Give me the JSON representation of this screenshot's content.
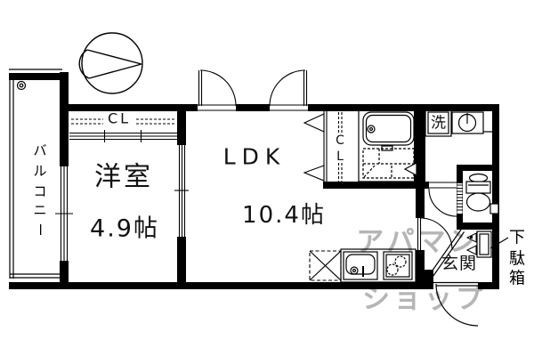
{
  "title": "apartment-floor-plan",
  "rooms": {
    "balcony": "バルコニー",
    "western_room": "洋室",
    "western_room_size": "4.9帖",
    "ldk": "LDK",
    "ldk_size": "10.4帖",
    "closet_top": "CL",
    "closet_vertical": "CL",
    "entrance": "玄関",
    "shoe_cabinet": "下駄箱",
    "washing_machine": "洗"
  },
  "watermark": {
    "line1": "アパマン",
    "line2": "ショップ"
  },
  "colors": {
    "line": "#000000",
    "background": "#ffffff",
    "watermark": "#b5b5b5"
  }
}
